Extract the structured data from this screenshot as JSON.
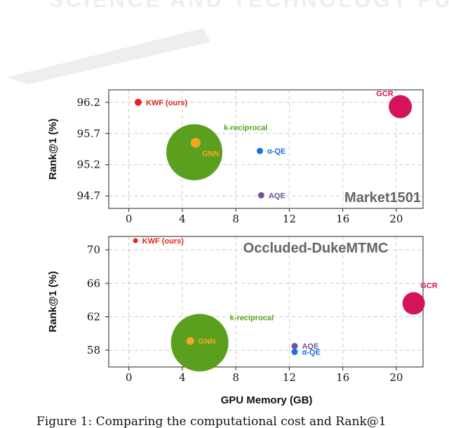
{
  "watermark": "SCIENCE AND TECHNOLOGY PUBLICATIONS",
  "caption": "Figure 1: Comparing the computational cost and Rank@1",
  "colors": {
    "kwf": "#e8231b",
    "gnn": "#f5a623",
    "kreciprocal": "#5aa01e",
    "qe": "#1c6fe0",
    "aqe": "#6e5494",
    "gcr": "#d4145a",
    "dataset_label": "#666666",
    "grid": "#cccccc",
    "watermark": "#eeeeee"
  },
  "chart_data": [
    {
      "type": "scatter",
      "dataset": "Market1501",
      "xlabel": "",
      "ylabel": "Rank@1 (%)",
      "xlim": [
        -1.5,
        22
      ],
      "ylim": [
        94.5,
        96.4
      ],
      "xticks": [
        0,
        4,
        8,
        12,
        16,
        20
      ],
      "yticks": [
        94.7,
        95.2,
        95.7,
        96.2
      ],
      "ytick_labels": [
        "94.7",
        "95.2",
        "95.7",
        "96.2"
      ],
      "grid": true,
      "points": [
        {
          "name": "KWF (ours)",
          "x": 0.7,
          "y": 96.2,
          "size": 0.5,
          "color": "kwf",
          "label_anchor": "right"
        },
        {
          "name": "GNN",
          "x": 5.0,
          "y": 95.55,
          "size": 0.7,
          "color": "gnn",
          "label_anchor": "below-right"
        },
        {
          "name": "k-reciprocal",
          "x": 4.9,
          "y": 95.4,
          "size": 4.0,
          "color": "kreciprocal",
          "label_anchor": "above-right"
        },
        {
          "name": "α-QE",
          "x": 9.8,
          "y": 95.42,
          "size": 0.45,
          "color": "qe",
          "label_anchor": "right"
        },
        {
          "name": "AQE",
          "x": 9.9,
          "y": 94.71,
          "size": 0.45,
          "color": "aqe",
          "label_anchor": "right"
        },
        {
          "name": "GCR",
          "x": 20.3,
          "y": 96.13,
          "size": 1.65,
          "color": "gcr",
          "label_anchor": "above-left"
        }
      ]
    },
    {
      "type": "scatter",
      "dataset": "Occluded-DukeMTMC",
      "xlabel": "GPU Memory (GB)",
      "ylabel": "Rank@1 (%)",
      "xlim": [
        -1.5,
        22
      ],
      "ylim": [
        56.0,
        71.6
      ],
      "xticks": [
        0,
        4,
        8,
        12,
        16,
        20
      ],
      "yticks": [
        58,
        62,
        66,
        70
      ],
      "ytick_labels": [
        "58",
        "62",
        "66",
        "70"
      ],
      "grid": true,
      "points": [
        {
          "name": "KWF (ours)",
          "x": 0.5,
          "y": 71.1,
          "size": 0.35,
          "color": "kwf",
          "label_anchor": "right"
        },
        {
          "name": "GNN",
          "x": 4.6,
          "y": 59.1,
          "size": 0.55,
          "color": "gnn",
          "label_anchor": "right"
        },
        {
          "name": "k-reciprocal",
          "x": 5.3,
          "y": 58.9,
          "size": 4.1,
          "color": "kreciprocal",
          "label_anchor": "above-right"
        },
        {
          "name": "AQE",
          "x": 12.4,
          "y": 58.5,
          "size": 0.45,
          "color": "aqe",
          "label_anchor": "right"
        },
        {
          "name": "α-QE",
          "x": 12.4,
          "y": 57.8,
          "size": 0.45,
          "color": "qe",
          "label_anchor": "right"
        },
        {
          "name": "GCR",
          "x": 21.3,
          "y": 63.6,
          "size": 1.6,
          "color": "gcr",
          "label_anchor": "above-right"
        }
      ]
    }
  ]
}
